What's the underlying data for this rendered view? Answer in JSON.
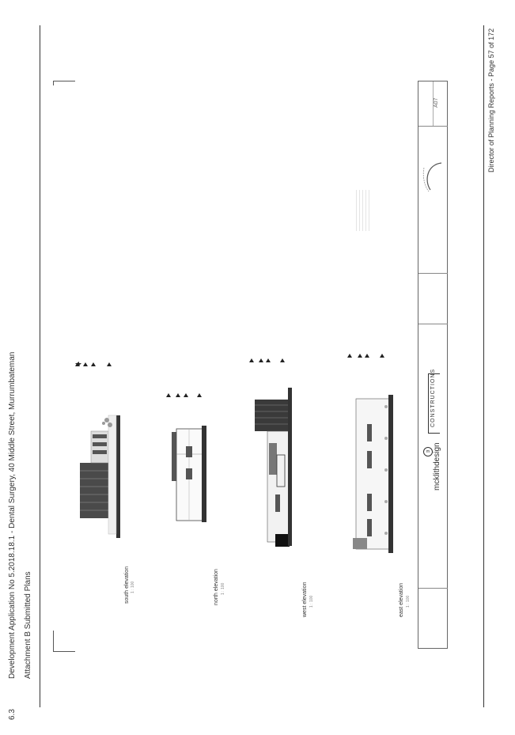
{
  "header": {
    "item_number": "6.3",
    "title": "Development Application No 5.2018.18.1 - Dental Surgery, 40 Middle Street, Murrumbateman",
    "subtitle": "Attachment B Submitted Plans"
  },
  "footer": {
    "text": "Director of Planning Reports - Page 57 of 172"
  },
  "elevations": [
    {
      "label": "south elevation",
      "scale": "1 : 100"
    },
    {
      "label": "north elevation",
      "scale": "1 : 100"
    },
    {
      "label": "west elevation",
      "scale": "1 : 100"
    },
    {
      "label": "east elevation",
      "scale": "1 : 100"
    }
  ],
  "title_block": {
    "designer": "mcklithdesign",
    "builder": "CONSTRUCTIONS",
    "sheet_no": "A07"
  }
}
